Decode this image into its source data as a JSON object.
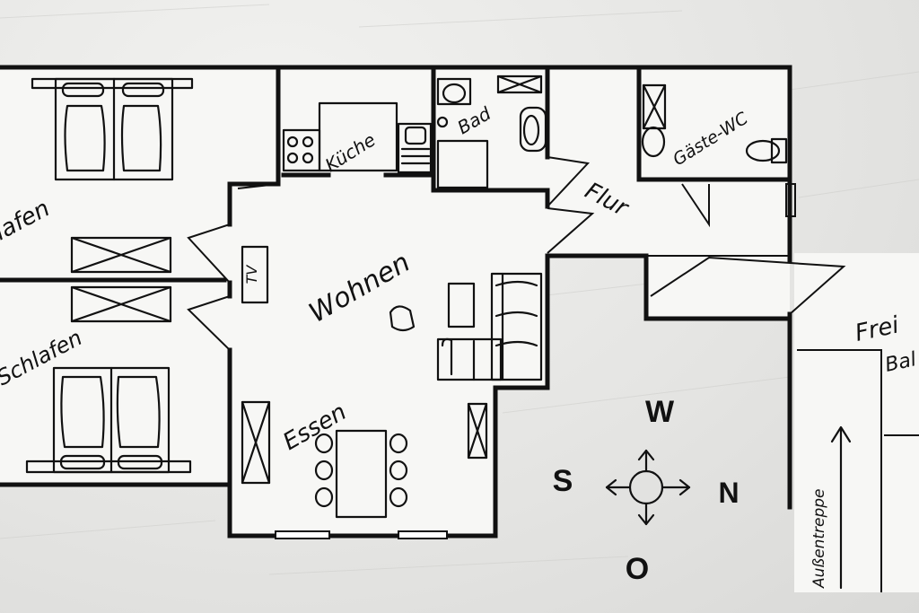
{
  "rooms": {
    "schlafen_top": "lafen",
    "schlafen_bottom": "Schlafen",
    "kueche": "Küche",
    "bad": "Bad",
    "gaeste_wc": "Gäste-WC",
    "flur": "Flur",
    "wohnen": "Wohnen",
    "essen": "Essen",
    "freisitz": "Frei",
    "balkon": "Bal"
  },
  "labels": {
    "tv": "TV",
    "aussentreppe": "Außentreppe"
  },
  "compass": {
    "west": "W",
    "east": "O",
    "north": "N",
    "south": "S"
  }
}
